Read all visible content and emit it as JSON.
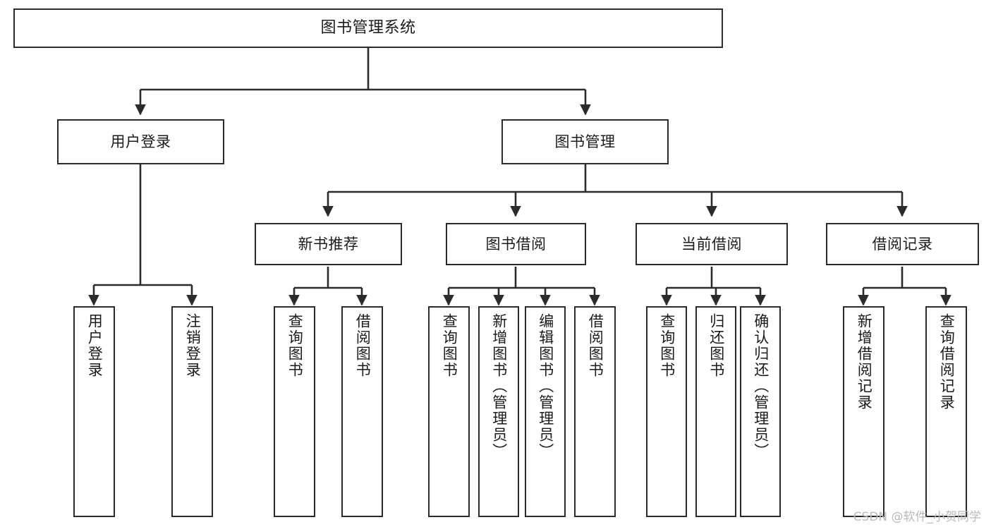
{
  "diagram": {
    "title": "图书管理系统",
    "type": "tree-hierarchy-chart",
    "watermark": "CSDN @软件_小贺同学",
    "colors": {
      "stroke": "#2b2b2b",
      "fill": "#ffffff",
      "text": "#1b1b1b",
      "watermark": "#b9b9b9"
    },
    "nodes": {
      "root": {
        "label": "图书管理系统"
      },
      "level2": [
        {
          "id": "user-login",
          "label": "用户登录"
        },
        {
          "id": "book-manage",
          "label": "图书管理"
        }
      ],
      "level3": [
        {
          "id": "new-book-rec",
          "label": "新书推荐"
        },
        {
          "id": "book-borrow",
          "label": "图书借阅"
        },
        {
          "id": "current-borrow",
          "label": "当前借阅"
        },
        {
          "id": "borrow-record",
          "label": "借阅记录"
        }
      ],
      "leaves": [
        {
          "id": "leaf-user-login",
          "label": "用户登录"
        },
        {
          "id": "leaf-logout",
          "label": "注销登录"
        },
        {
          "id": "leaf-query-book-1",
          "label": "查询图书"
        },
        {
          "id": "leaf-borrow-book-1",
          "label": "借阅图书"
        },
        {
          "id": "leaf-query-book-2",
          "label": "查询图书"
        },
        {
          "id": "leaf-add-book",
          "label": "新增图书（管理员）"
        },
        {
          "id": "leaf-edit-book",
          "label": "编辑图书（管理员）"
        },
        {
          "id": "leaf-borrow-book-2",
          "label": "借阅图书"
        },
        {
          "id": "leaf-query-book-3",
          "label": "查询图书"
        },
        {
          "id": "leaf-return-book",
          "label": "归还图书"
        },
        {
          "id": "leaf-confirm-return",
          "label": "确认归还（管理员）"
        },
        {
          "id": "leaf-add-record",
          "label": "新增借阅记录"
        },
        {
          "id": "leaf-query-record",
          "label": "查询借阅记录"
        }
      ]
    }
  }
}
